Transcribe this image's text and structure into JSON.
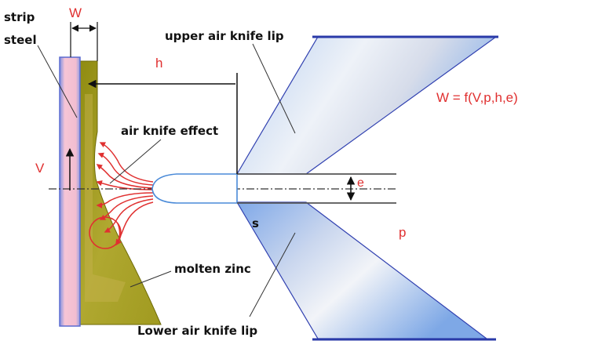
{
  "labels": {
    "strip": "strip",
    "steel": "steel",
    "w": "W",
    "h": "h",
    "upper_lip": "upper air knife lip",
    "formula": "W = f(V,p,h,e)",
    "air_knife_effect": "air knife effect",
    "v": "V",
    "e": "e",
    "s": "s",
    "p": "p",
    "molten_zinc": "molten zinc",
    "lower_lip": "Lower air knife lip"
  },
  "colors": {
    "strip_fill": "#f5c8d8",
    "strip_edge": "#6a7ad8",
    "zinc_fill": "#a6a020",
    "zinc_light": "#c8b450",
    "lip_blue": "#3040b0",
    "lip_fill_light": "#e4ebf5",
    "lip_fill_blue": "#8cb4ec",
    "accent_red": "#e03030",
    "dim_line": "#111111",
    "slot_line": "#555555"
  },
  "icons": {
    "flow_arrows": "red-curved-arrows",
    "velocity_arrow": "up-arrow-icon"
  }
}
